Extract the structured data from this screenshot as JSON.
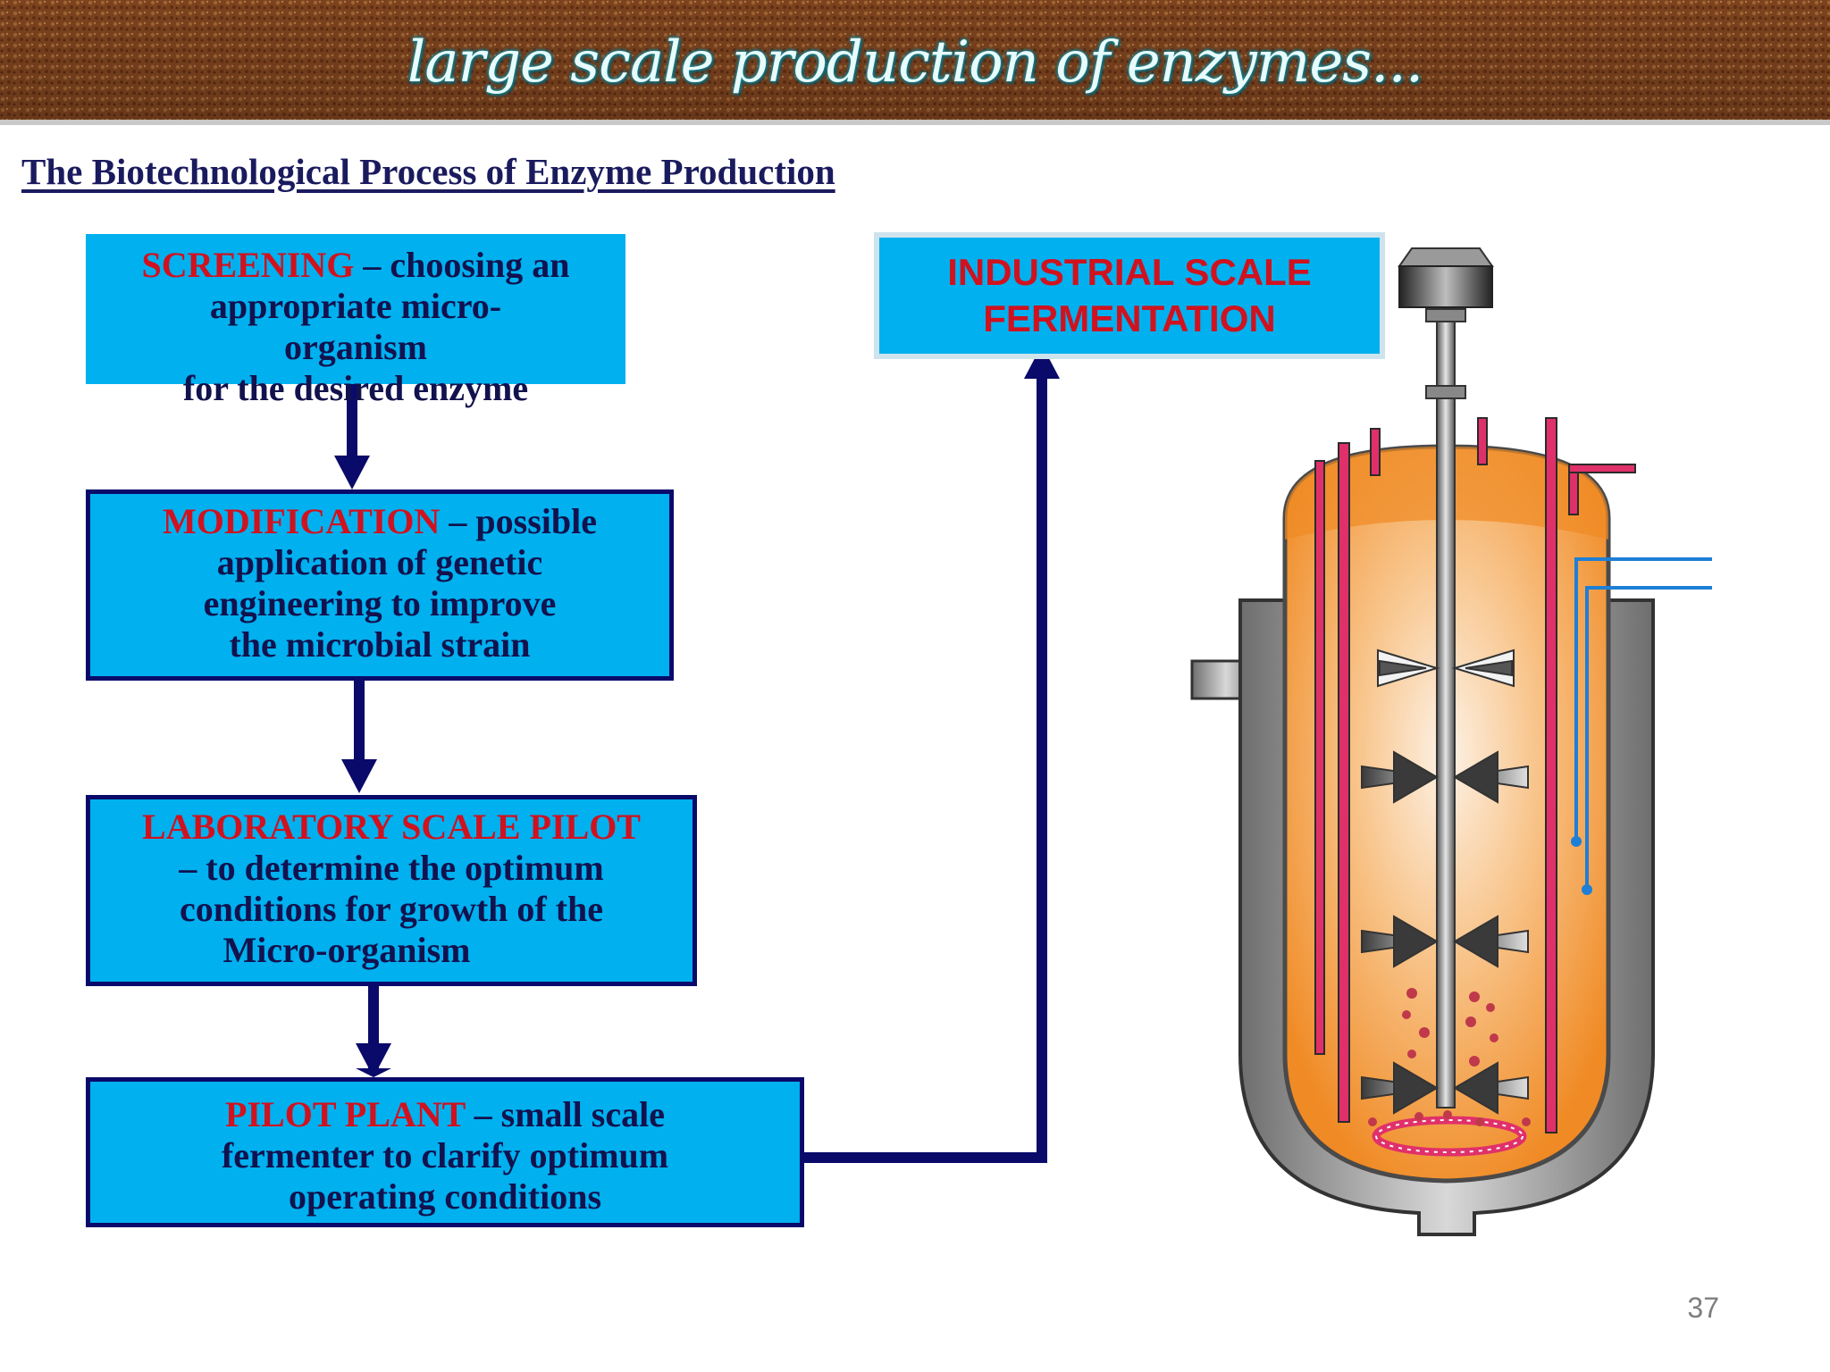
{
  "banner": {
    "title": "large scale production of enzymes..."
  },
  "heading": "The Biotechnological Process of Enzyme Production",
  "steps": [
    {
      "highlight": "SCREENING",
      "rest": " – choosing an",
      "lines": [
        "appropriate micro-",
        "organism",
        "for the desired enzyme"
      ]
    },
    {
      "highlight": "MODIFICATION",
      "rest": " – possible",
      "lines": [
        "application of genetic",
        "engineering to improve",
        "the microbial strain"
      ]
    },
    {
      "highlight": "LABORATORY SCALE PILOT",
      "rest": "",
      "lines": [
        "– to determine the optimum",
        "conditions for growth of the",
        "Micro-organism"
      ]
    },
    {
      "highlight": "PILOT PLANT",
      "rest": " – small scale",
      "lines": [
        "fermenter to clarify optimum",
        "operating conditions"
      ]
    }
  ],
  "industrial": {
    "line1": "INDUSTRIAL SCALE",
    "line2": "FERMENTATION"
  },
  "colors": {
    "box_fill": "#00b0ef",
    "highlight_text": "#d0121f",
    "body_text": "#12124e",
    "arrow": "#0a0a6a",
    "fermenter_liquid": "#f28c28"
  },
  "page_number": "37"
}
